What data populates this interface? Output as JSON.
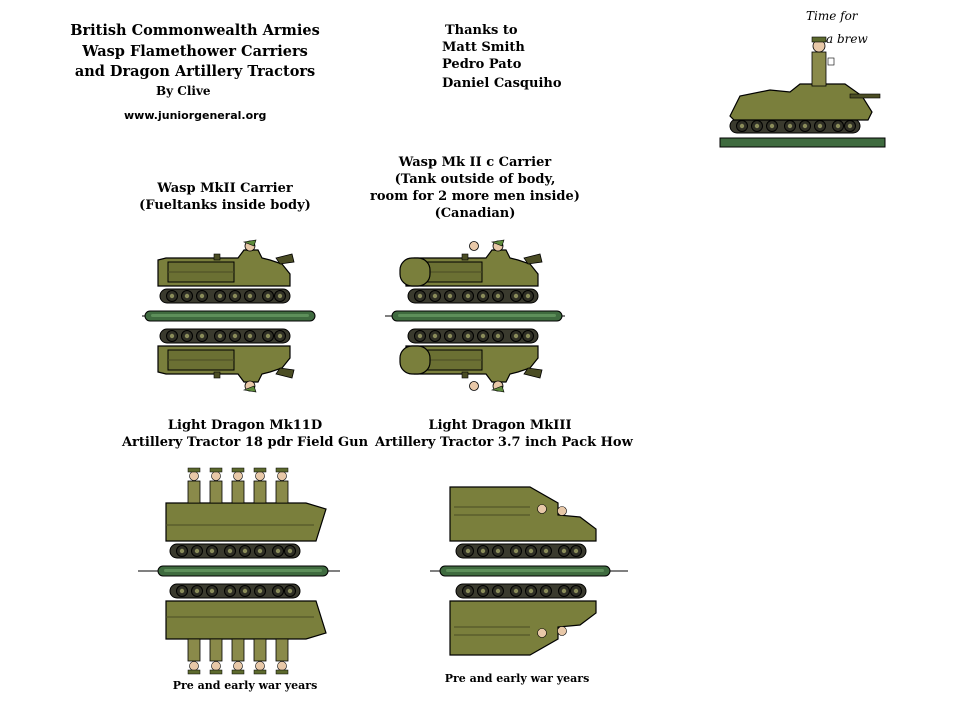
{
  "title": {
    "line1": "British Commonwealth Armies",
    "line2": "Wasp Flamethower Carriers",
    "line3": "and Dragon Artillery Tractors",
    "author": "By Clive",
    "website": "www.juniorgeneral.org"
  },
  "thanks": {
    "heading": "Thanks to",
    "names": [
      "Matt Smith",
      "Pedro Pato",
      "Daniel Casquiho"
    ]
  },
  "brew_caption": [
    "Time for",
    "a brew"
  ],
  "models": [
    {
      "id": "wasp-mk2",
      "lines": [
        "Wasp MkII Carrier",
        "(Fueltanks inside body)"
      ]
    },
    {
      "id": "wasp-mk2c",
      "lines": [
        "Wasp Mk II c Carrier",
        "(Tank outside of body,",
        "room for 2 more men inside)",
        "(Canadian)"
      ]
    },
    {
      "id": "dragon-mk2d",
      "lines": [
        "Light Dragon Mk11D",
        "Artillery Tractor 18 pdr Field Gun"
      ],
      "note": "Pre and early war years"
    },
    {
      "id": "dragon-mk3",
      "lines": [
        "Light Dragon MkIII",
        "Artillery Tractor 3.7 inch Pack How"
      ],
      "note": "Pre and early war years"
    }
  ],
  "colors": {
    "hull": "#7a7f3c",
    "hull_dark": "#4b4d24",
    "track": "#3a3a2e",
    "base": "#3f6b3f",
    "base_light": "#5d8f5a",
    "soldier": "#8a8a4a",
    "skin": "#e8c8a8"
  }
}
